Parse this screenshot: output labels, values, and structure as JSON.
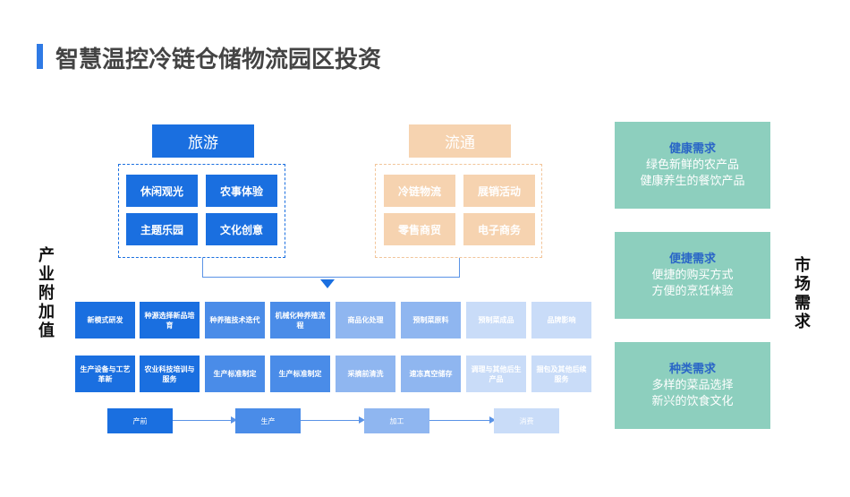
{
  "title": "智慧温控冷链仓储物流园区投资",
  "tourism": {
    "header": "旅游",
    "items": [
      "休闲观光",
      "农事体验",
      "主题乐园",
      "文化创意"
    ]
  },
  "logistics": {
    "header": "流通",
    "items": [
      "冷链物流",
      "展销活动",
      "零售商贸",
      "电子商务"
    ]
  },
  "left_label": "产业附加值",
  "right_label": "市场需求",
  "grid": {
    "row1": [
      "新模式研发",
      "种源选择新品培育",
      "种养殖技术迭代",
      "机械化种养殖流程",
      "商品化处理",
      "预制菜原料",
      "预制菜成品",
      "品牌影响"
    ],
    "row2": [
      "生产设备与工艺革新",
      "农业科技培训与服务",
      "生产标准制定",
      "生产标准制定",
      "采摘前清洗",
      "速冻真空储存",
      "调理与其他后生产品",
      "捆包及其他后续服务"
    ],
    "colors": [
      "#1a6fe0",
      "#1a6fe0",
      "#4a8ce8",
      "#4a8ce8",
      "#8fb6f0",
      "#8fb6f0",
      "#c9dcf8",
      "#c9dcf8"
    ]
  },
  "flow": [
    "产前",
    "生产",
    "加工",
    "消费"
  ],
  "needs": [
    {
      "title": "健康需求",
      "lines": [
        "绿色新鲜的农产品",
        "健康养生的餐饮产品"
      ]
    },
    {
      "title": "便捷需求",
      "lines": [
        "便捷的购买方式",
        "方便的烹饪体验"
      ]
    },
    {
      "title": "种类需求",
      "lines": [
        "多样的菜品选择",
        "新兴的饮食文化"
      ]
    }
  ]
}
